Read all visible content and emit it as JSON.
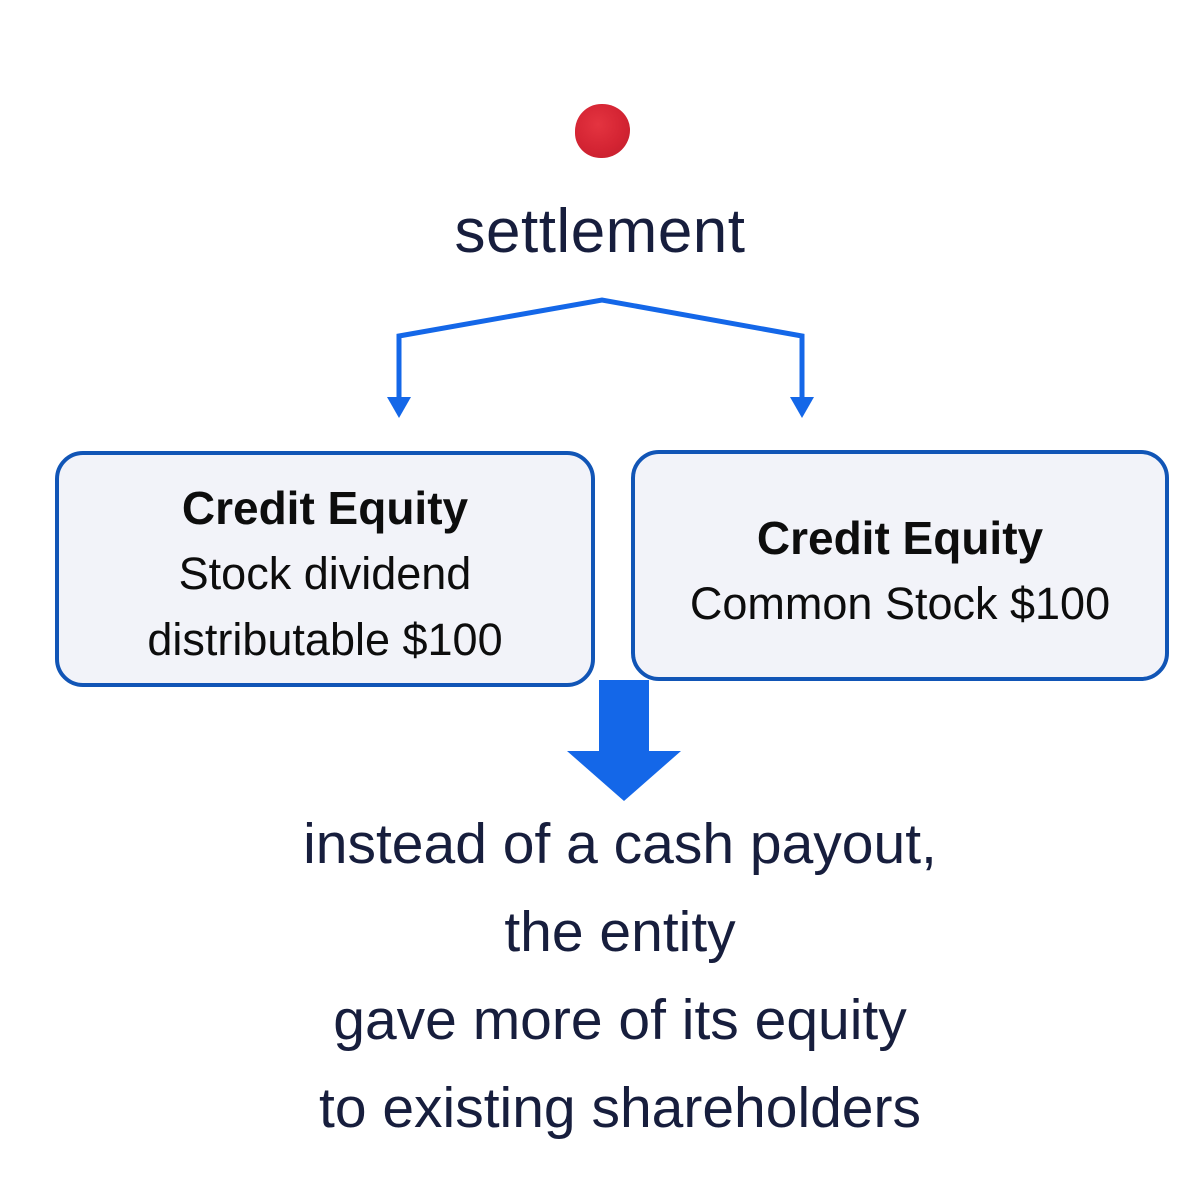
{
  "diagram": {
    "title": "settlement",
    "boxes": [
      {
        "heading": "Credit Equity",
        "lines": [
          "Stock dividend",
          "distributable $100"
        ]
      },
      {
        "heading": "Credit Equity",
        "lines": [
          "Common Stock $100"
        ]
      }
    ],
    "conclusion_lines": [
      "instead of a cash payout,",
      "the entity",
      "gave more of its equity",
      "to existing shareholders"
    ],
    "icons": [
      "red-bullet-dot",
      "branch-split-arrows-icon",
      "down-arrow-icon"
    ],
    "colors": {
      "background": "#ffffff",
      "text_navy": "#171e3d",
      "arrow_blue": "#1467e8",
      "box_border_blue": "#1155b6",
      "box_fill": "#f2f3f9",
      "box_text": "#0d0d0d",
      "bullet_red": "#d32230"
    }
  }
}
